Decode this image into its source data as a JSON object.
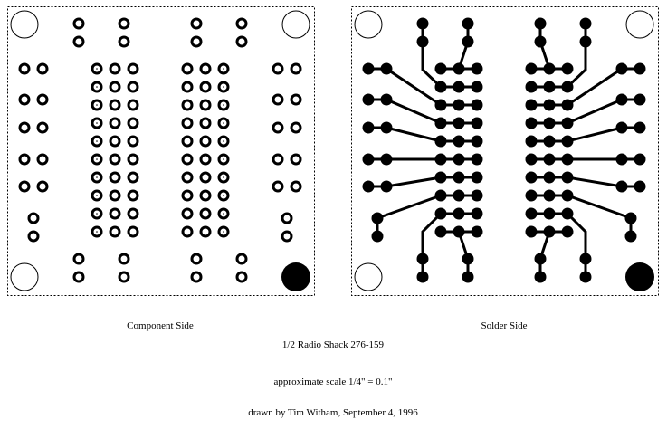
{
  "panels": {
    "component_label": "Component Side",
    "solder_label": "Solder Side"
  },
  "caption": {
    "part": "1/2 Radio Shack 276-159",
    "scale": "approximate scale 1/4\" = 0.1\"",
    "credit": "drawn by Tim Witham, September 4, 1996"
  },
  "colors": {
    "ink": "#000000",
    "paper": "#ffffff"
  }
}
